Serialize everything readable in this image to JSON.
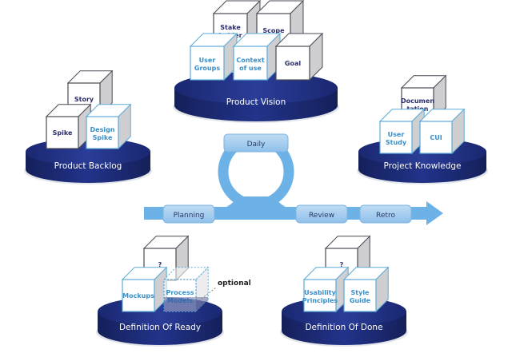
{
  "colors": {
    "platform_top": "#1f2e7a",
    "platform_side": "#1a2566",
    "platform_shadow": "#cfd3dc",
    "cube_face": "#ffffff",
    "cube_side": "#cfcfd1",
    "cube_top": "#ffffff",
    "cube_stroke_dark": "#4a4a55",
    "cube_stroke_blue": "#5aaad8",
    "flow": "#6cb2e6",
    "stage_box": "#a5cdef",
    "text_dark": "#2a2d6b",
    "text_blue": "#3a8fc8"
  },
  "platforms": [
    {
      "id": "product-vision",
      "label": "Product Vision"
    },
    {
      "id": "product-backlog",
      "label": "Product Backlog"
    },
    {
      "id": "project-knowledge",
      "label": "Project Knowledge"
    },
    {
      "id": "definition-of-ready",
      "label": "Definition Of Ready"
    },
    {
      "id": "definition-of-done",
      "label": "Definition Of Done"
    }
  ],
  "cubes": {
    "product_vision": [
      {
        "l1": "Stake",
        "l2": "holder",
        "style": "dark"
      },
      {
        "l1": "Scope",
        "l2": "",
        "style": "dark"
      },
      {
        "l1": "User",
        "l2": "Groups",
        "style": "blue"
      },
      {
        "l1": "Context",
        "l2": "of use",
        "style": "blue"
      },
      {
        "l1": "Goal",
        "l2": "",
        "style": "dark"
      }
    ],
    "product_backlog": [
      {
        "l1": "Story",
        "l2": "",
        "style": "dark"
      },
      {
        "l1": "Spike",
        "l2": "",
        "style": "dark"
      },
      {
        "l1": "Design",
        "l2": "Spike",
        "style": "blue"
      }
    ],
    "project_knowledge": [
      {
        "l1": "Documen",
        "l2": "tation",
        "style": "dark"
      },
      {
        "l1": "User",
        "l2": "Study",
        "style": "blue"
      },
      {
        "l1": "CUI",
        "l2": "",
        "style": "blue"
      }
    ],
    "definition_of_ready": [
      {
        "l1": "?",
        "l2": "",
        "style": "dark"
      },
      {
        "l1": "Mockups",
        "l2": "",
        "style": "blue"
      },
      {
        "l1": "Process",
        "l2": "Models",
        "style": "optional"
      }
    ],
    "definition_of_done": [
      {
        "l1": "?",
        "l2": "",
        "style": "dark"
      },
      {
        "l1": "Usability",
        "l2": "Principles",
        "style": "blue"
      },
      {
        "l1": "Style",
        "l2": "Guide",
        "style": "blue"
      }
    ]
  },
  "flow": {
    "stages": [
      "Daily",
      "Planning",
      "Review",
      "Retro"
    ]
  },
  "annotations": {
    "optional": "optional"
  }
}
